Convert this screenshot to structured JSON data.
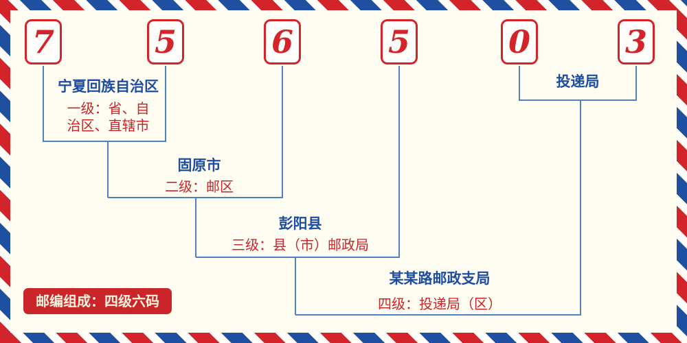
{
  "postal_code": {
    "digits": [
      "7",
      "5",
      "6",
      "5",
      "0",
      "3"
    ]
  },
  "levels": [
    {
      "name": "宁夏回族自治区",
      "desc": "一级：省、自治区、直辖市"
    },
    {
      "name": "固原市",
      "desc": "二级：邮区"
    },
    {
      "name": "彭阳县",
      "desc": "三级：县（市）邮政局"
    },
    {
      "name": "某某路邮政支局",
      "desc": "四级：投递局（区）"
    }
  ],
  "delivery_office": {
    "name": "投递局"
  },
  "badge": {
    "label": "邮编组成：四级六码"
  },
  "colors": {
    "digit_red": "#d2242a",
    "desc_red": "#c9252b",
    "name_blue": "#1d4da0",
    "line_blue": "#4f81bd",
    "background_cream": "#fffdf2",
    "stripe_red": "#d2242a",
    "stripe_blue": "#1e4fa0"
  }
}
